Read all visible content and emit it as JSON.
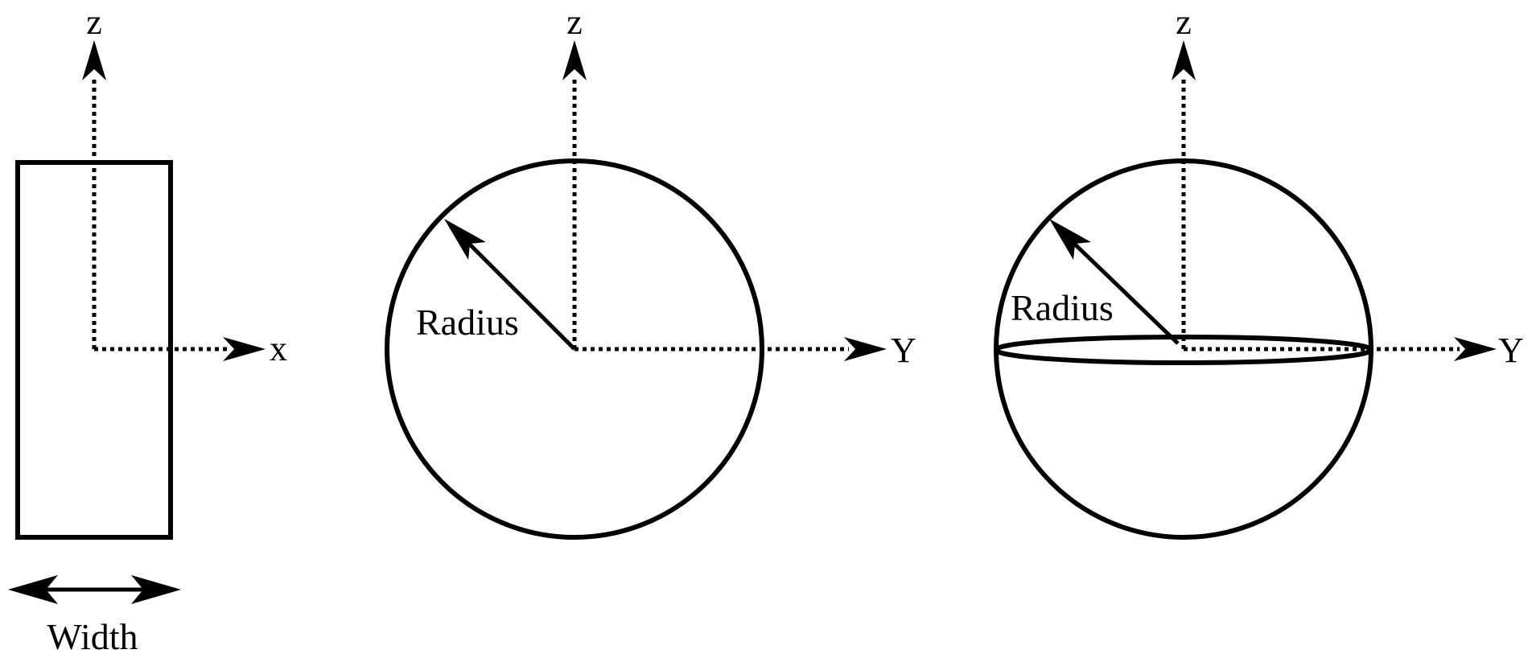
{
  "panels": {
    "slab": {
      "z_axis_label": "z",
      "x_axis_label": "x",
      "dimension_label": "Width"
    },
    "disk": {
      "z_axis_label": "z",
      "y_axis_label": "Y",
      "dimension_label": "Radius"
    },
    "sphere": {
      "z_axis_label": "z",
      "y_axis_label": "Y",
      "dimension_label": "Radius"
    }
  }
}
